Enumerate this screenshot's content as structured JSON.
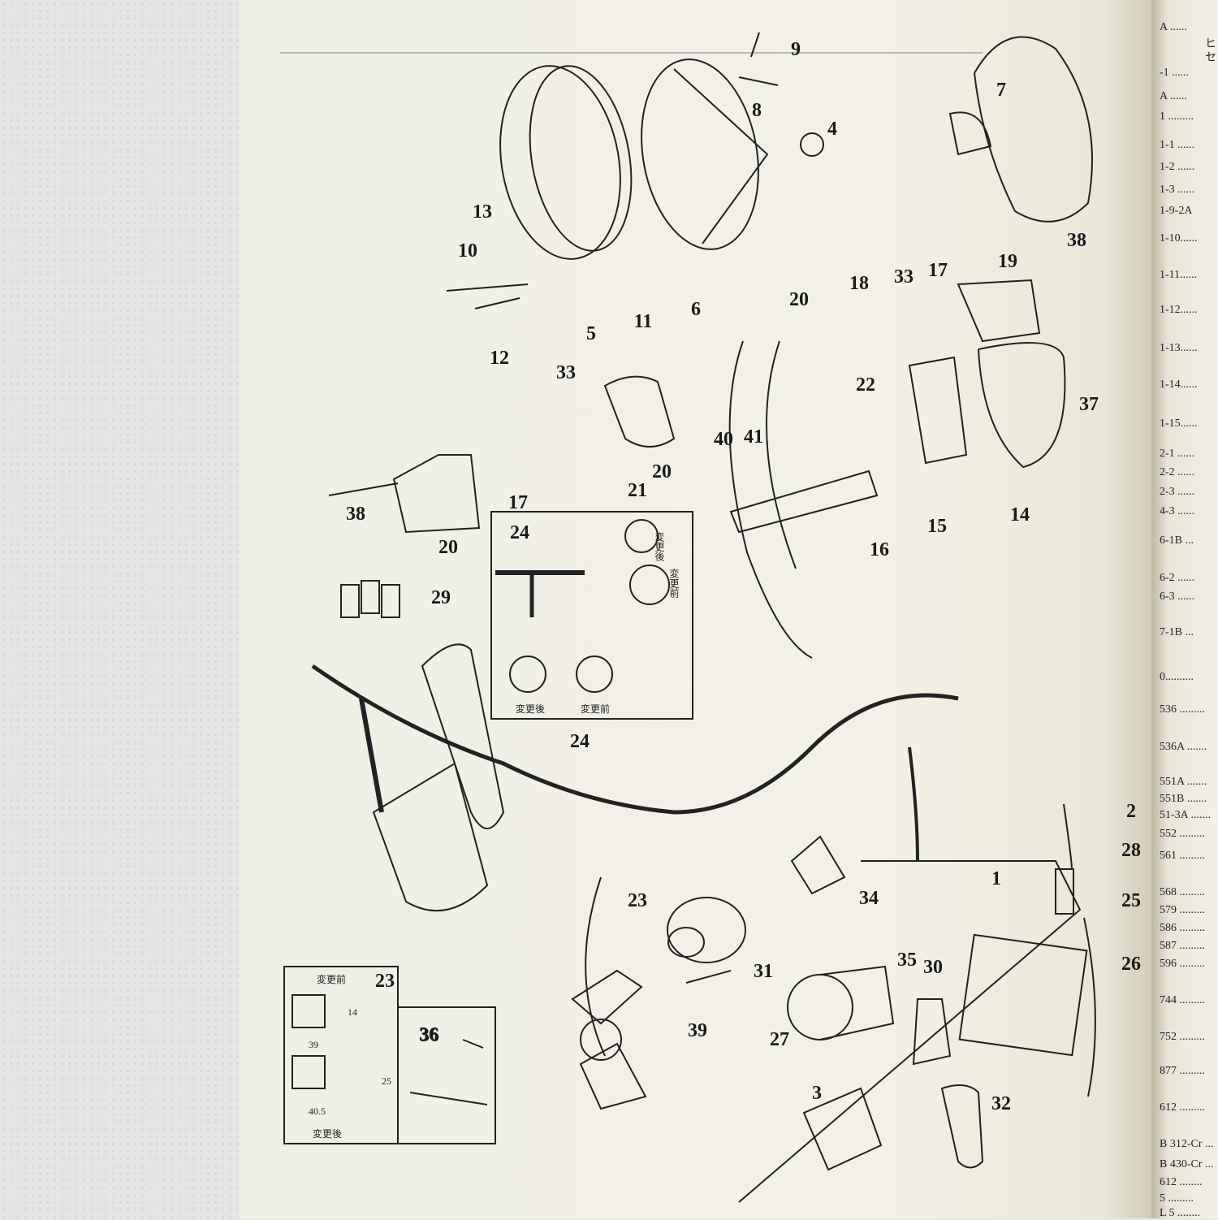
{
  "diagram": {
    "callouts": [
      "9",
      "8",
      "4",
      "7",
      "13",
      "10",
      "11",
      "6",
      "5",
      "12",
      "38",
      "19",
      "20",
      "18",
      "33",
      "17",
      "37",
      "33",
      "22",
      "40",
      "41",
      "21",
      "20",
      "17",
      "38",
      "20",
      "24",
      "15",
      "14",
      "16",
      "29",
      "24",
      "2",
      "28",
      "1",
      "34",
      "25",
      "23",
      "31",
      "35",
      "30",
      "26",
      "23",
      "39",
      "27",
      "36",
      "3",
      "32"
    ],
    "inset_connector": {
      "number": "24",
      "after_label": "変更後",
      "before_label": "変更前"
    },
    "inset_switch": {
      "number": "23",
      "before_label": "変更前",
      "after_label": "変更後",
      "dims": [
        "14",
        "39",
        "25",
        "40.5"
      ]
    },
    "inset_bolt": {
      "number": "36"
    }
  },
  "facing_page": {
    "codes": [
      "A ......",
      "-1 ......",
      "A ......",
      "1 .........",
      "1-1 ......",
      "1-2 ......",
      "1-3 ......",
      "1-9-2A",
      "1-10......",
      "1-11......",
      "1-12......",
      "1-13......",
      "1-14......",
      "1-15......",
      "2-1 ......",
      "2-2 ......",
      "2-3 ......",
      "4-3 ......",
      "6-1B ...",
      "6-2 ......",
      "6-3 ......",
      "7-1B ...",
      "0..........",
      "536 .........",
      "536A .......",
      "551A .......",
      "551B .......",
      "51-3A .......",
      "552 .........",
      "561 .........",
      "568 .........",
      "579 .........",
      "586 .........",
      "587 .........",
      "596 .........",
      "744 .........",
      "752 .........",
      "877 .........",
      "612 .........",
      "B 312-Cr ...",
      "B 430-Cr ...",
      "612 ........",
      "5 .........",
      "L 5 ........"
    ],
    "kana": [
      "ヒ",
      "セ"
    ]
  }
}
